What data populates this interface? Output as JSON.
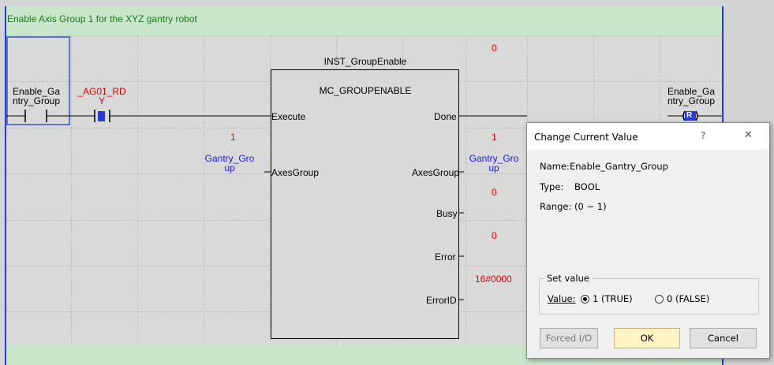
{
  "rung": {
    "comment": "Enable Axis Group 1 for the XYZ gantry robot"
  },
  "contacts": {
    "enable_gantry": {
      "line1": "Enable_Ga",
      "line2": "ntry_Group"
    },
    "ag01_rdy": {
      "line1": "_AG01_RD",
      "line2": "Y"
    }
  },
  "fb": {
    "instance": "INST_GroupEnable",
    "type": "MC_GROUPENABLE",
    "inputs": {
      "execute": "Execute",
      "axes_group": "AxesGroup"
    },
    "outputs": {
      "done": "Done",
      "axes_group": "AxesGroup",
      "busy": "Busy",
      "error": "Error",
      "error_id": "ErrorID"
    },
    "values": {
      "execute_in": "1",
      "done": "0",
      "axes_group_out": "1",
      "busy": "0",
      "error": "0",
      "error_id": "16#0000"
    },
    "in_var": {
      "line1": "Gantry_Gro",
      "line2": "up"
    },
    "out_var": {
      "line1": "Gantry_Gro",
      "line2": "up"
    }
  },
  "coil": {
    "line1": "Enable_Ga",
    "line2": "ntry_Group",
    "glyph": "R"
  },
  "dialog": {
    "title": "Change Current Value",
    "help": "?",
    "close": "✕",
    "name_label": "Name:",
    "name_value": "Enable_Gantry_Group",
    "type_label": "Type:",
    "type_value": "BOOL",
    "range_label": "Range:",
    "range_value": "(0 ~ 1)",
    "set_value_legend": "Set value",
    "value_label": "Value:",
    "option_true": "1 (TRUE)",
    "option_false": "0 (FALSE)",
    "selected": "1 (TRUE)",
    "forced_btn": "Forced I/O",
    "ok_btn": "OK",
    "cancel_btn": "Cancel"
  },
  "colors": {
    "comment_bg": "#c8e6c9",
    "rail": "#2a3cd4",
    "value_red": "#e00000",
    "var_blue": "#1a1ae6",
    "ok_bg": "#fff5c4"
  }
}
